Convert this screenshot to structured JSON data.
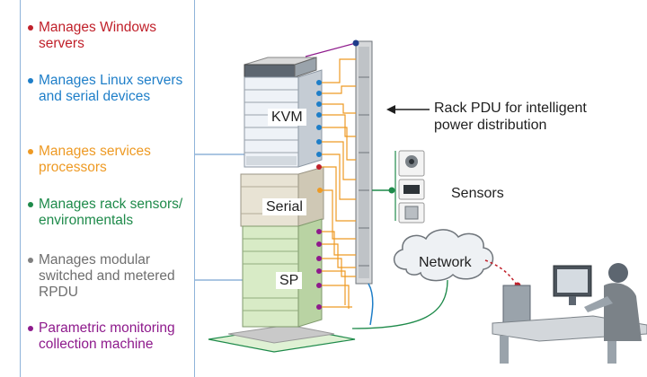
{
  "legend": [
    {
      "text": "Manages Windows servers",
      "color": "#c0202a"
    },
    {
      "text": "Manages Linux servers and serial devices",
      "color": "#1e7ec8"
    },
    {
      "text": "Manages services processors",
      "color": "#ee9a24"
    },
    {
      "text": "Manages rack sensors/ environmentals",
      "color": "#1e8a4a"
    },
    {
      "text": "Manages modular switched and metered RPDU",
      "color": "#808080"
    },
    {
      "text": "Parametric monitoring collection machine",
      "color": "#8e1a8c"
    }
  ],
  "labels": {
    "kvm": "KVM",
    "serial": "Serial",
    "sp": "SP",
    "pdu": "Rack PDU for intelligent power distribution",
    "sensors": "Sensors",
    "network": "Network"
  },
  "colors": {
    "panel_border": "#8fb3d9",
    "cable_orange": "#ee9a24",
    "cable_green": "#1e8a4a",
    "network_line": "#c0202a"
  }
}
